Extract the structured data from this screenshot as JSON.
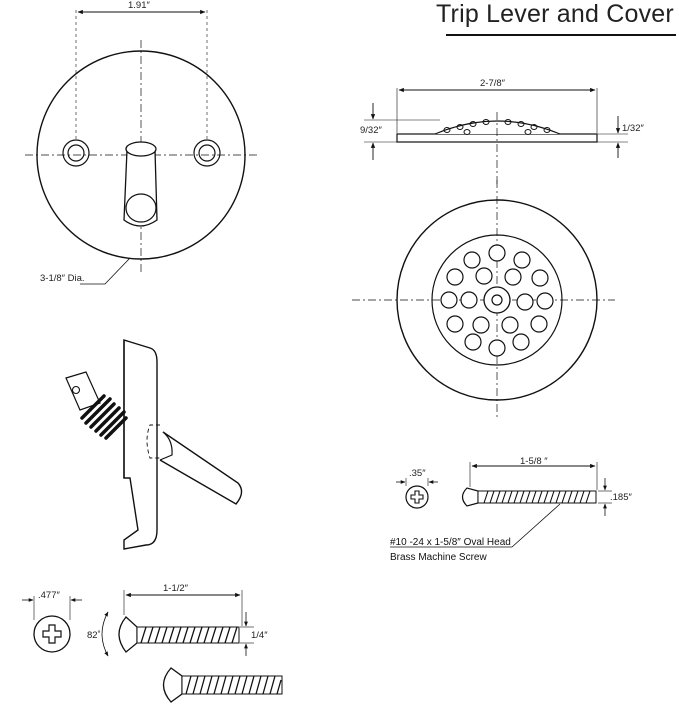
{
  "title": "Trip Lever and Cover",
  "faceplate": {
    "width_label": "1.91″",
    "diameter_label": "3-1/8″ Dia."
  },
  "strainer": {
    "width_label": "2-7/8″",
    "height_label": "9/32″",
    "rim_label": "1/32″"
  },
  "small_screw": {
    "head_label": ".35″",
    "length_label": "1-5/8 ″",
    "thread_label": ".185″",
    "note_line1": "#10 -24 x 1-5/8″ Oval Head",
    "note_line2": "Brass Machine Screw"
  },
  "large_screw": {
    "head_label": ".477″",
    "length_label": "1-1/2″",
    "angle_label": "82˚",
    "thread_label": "1/4″"
  }
}
